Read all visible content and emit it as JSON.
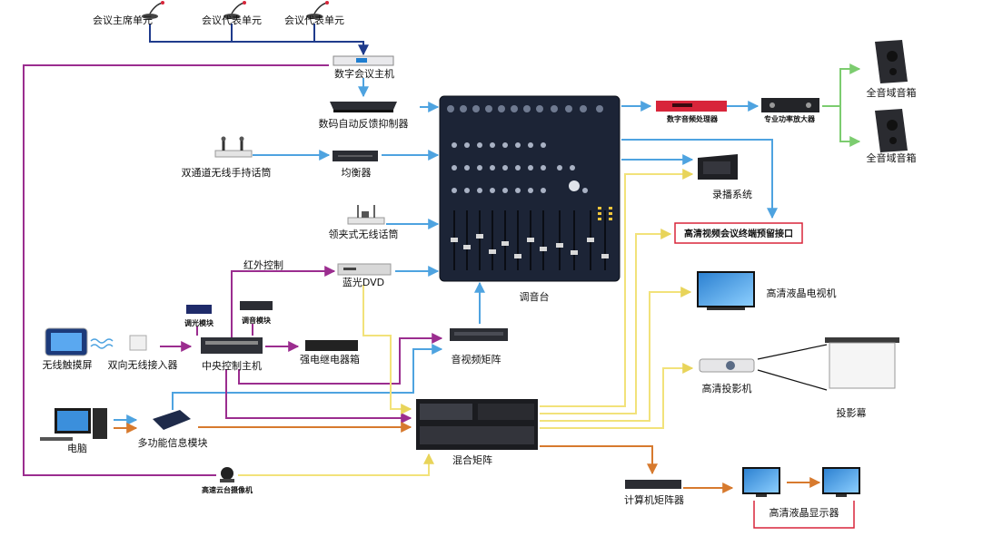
{
  "colors": {
    "blue_link": "#4ea3e0",
    "purple_link": "#9b2d8f",
    "yellow_link": "#f2e27a",
    "orange_link": "#d77a2e",
    "green_link": "#7ccc6f",
    "navy_link": "#1f3b8c",
    "device_dark": "#1e1f26",
    "mixer_blue": "#1c2436",
    "highlight_red": "#d8253a"
  },
  "devices": {
    "chair_unit": "会议主席单元",
    "delegate_unit_1": "会议代表单元",
    "delegate_unit_2": "会议代表单元",
    "conference_host": "数字会议主机",
    "feedback_suppressor": "数码自动反馈抑制器",
    "wireless_handheld_mic": "双通道无线手持话筒",
    "equalizer": "均衡器",
    "lavalier_mic": "领夹式无线话筒",
    "ir_control": "红外控制",
    "bluray_dvd": "蓝光DVD",
    "mixer": "调音台",
    "audio_processor": "数字音频处理器",
    "power_amplifier": "专业功率放大器",
    "speaker_1": "全音域音箱",
    "speaker_2": "全音域音箱",
    "recording_system": "录播系统",
    "hd_video_terminal": "高清视频会议终端预留接口",
    "lcd_tv": "高清液晶电视机",
    "projector": "高清投影机",
    "projection_screen": "投影幕",
    "touch_screen": "无线触摸屏",
    "wireless_access": "双向无线接入器",
    "dimmer_module": "调光模块",
    "volume_module": "调音模块",
    "central_controller": "中央控制主机",
    "relay_box": "强电继电器箱",
    "av_matrix": "音视频矩阵",
    "computer": "电脑",
    "multifunction_module": "多功能信息模块",
    "hybrid_matrix": "混合矩阵",
    "ptz_camera": "高速云台摄像机",
    "computer_matrix": "计算机矩阵器",
    "lcd_displays": "高清液晶显示器"
  }
}
